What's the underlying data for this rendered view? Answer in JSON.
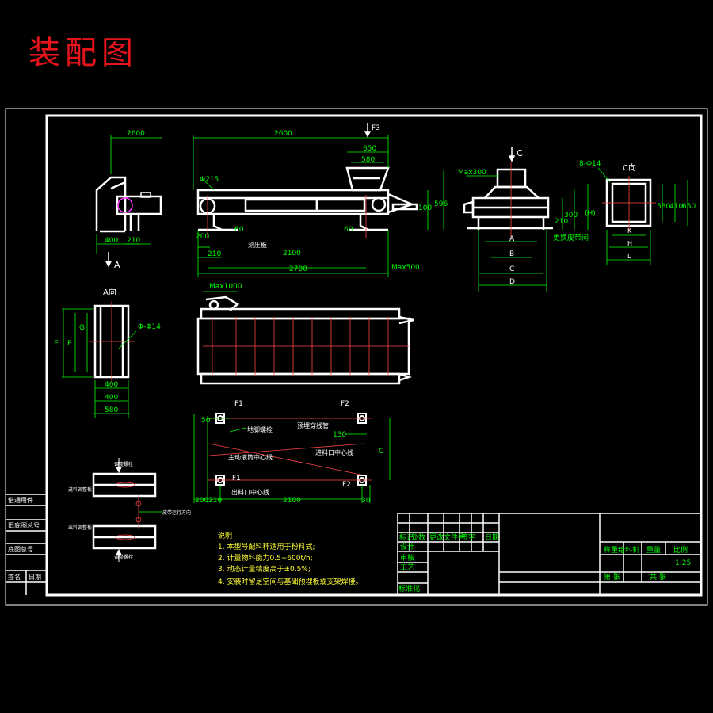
{
  "title": "装配图",
  "view_labels": {
    "a_view": "A向",
    "c_view": "C向",
    "arrow_a": "A",
    "arrow_c": "C",
    "arrow_f3": "F3"
  },
  "dimensions": {
    "side_top": "2600",
    "front_total": "2600",
    "hopper_w1": "650",
    "hopper_w2": "580",
    "phi_roller": "Φ215",
    "side_400": "400",
    "side_210": "210",
    "left_200": "200",
    "left_210": "210",
    "span_2100": "2100",
    "span_2700": "2700",
    "dim_60a": "60",
    "dim_60b": "60",
    "max_500": "Max500",
    "h_100": "100",
    "h_596": "596",
    "max_300": "Max300",
    "h_300": "300",
    "h_210": "210",
    "h_150": "(H)",
    "dim_a": "A",
    "dim_b": "B",
    "dim_c": "C",
    "dim_d": "D",
    "belt_label": "更换皮带间",
    "holes": "8-Φ14",
    "c_580": "580",
    "c_410": "410",
    "c_650": "650",
    "c_k": "K",
    "c_h": "H",
    "c_l": "L",
    "av_400a": "400",
    "av_400b": "400",
    "av_580": "580",
    "av_phi": "Φ-Φ14",
    "av_e": "E",
    "av_f": "F",
    "av_g": "G",
    "plan_max1000": "Max1000",
    "fnd_f1a": "F1",
    "fnd_f2a": "F2",
    "fnd_f1b": "F1",
    "fnd_f2b": "F2",
    "fnd_50": "50",
    "fnd_200": "200",
    "fnd_210": "210",
    "fnd_2100": "2100",
    "fnd_30": "30",
    "fnd_130": "130",
    "fnd_c": "C"
  },
  "callouts": {
    "pit": "测压板",
    "drive_center": "主动滚筒中心线",
    "feed_center": "进料口中心线",
    "outlet_center": "出料口中心线",
    "cable": "预埋穿线管",
    "anchor": "地脚螺栓",
    "detail1": "进料调整板",
    "detail2": "出料调整板",
    "detail3": "皮带运行方向",
    "detail_top": "调整螺栓",
    "detail_bot": "调整螺栓"
  },
  "notes": {
    "heading": "说明",
    "items": [
      "1. 本型号配料秤适用于粉料式;",
      "2. 计量物料能力0.5~600t/h;",
      "3. 动态计量精度高于±0.5%;",
      "4. 安装时留足空间与基础预埋板或支架焊接。"
    ]
  },
  "title_block": {
    "drawing_name": "称重给料机",
    "scale": "1:25",
    "weight_label": "重量",
    "scale_label": "比例",
    "sheet_label": "第    张",
    "sheets_label": "共    张",
    "designer": "设计",
    "checker": "审核",
    "approver": "工艺",
    "standard": "标准化",
    "header_cells": [
      "标记",
      "处数",
      "更改文件号",
      "签字",
      "日期"
    ],
    "left_stamps": [
      "借通用件",
      "旧底图总号",
      "底图总号",
      "签名",
      "日期"
    ]
  }
}
